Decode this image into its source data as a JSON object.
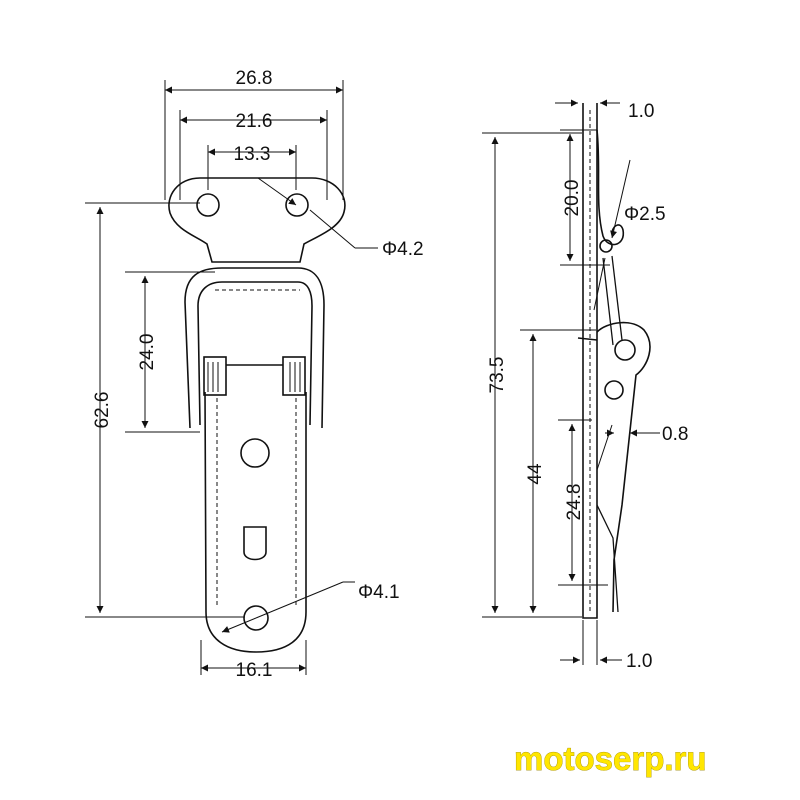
{
  "colors": {
    "line": "#111111",
    "watermark": "#ffe600"
  },
  "front_view": {
    "dims": {
      "overall_width": "26.8",
      "hole_span_outer": "21.6",
      "hole_span_inner": "13.3",
      "mount_hole": "Φ4.2",
      "loop_height": "24.0",
      "total_height": "62.6",
      "lower_hole": "Φ4.1",
      "bottom_width": "16.1"
    }
  },
  "side_view": {
    "dims": {
      "top_thickness": "1.0",
      "hook_length": "20.0",
      "pivot_hole": "Φ2.5",
      "overall_height": "73.5",
      "gap": "0.8",
      "body_height": "44",
      "spring_length": "24.8",
      "bottom_thickness": "1.0"
    }
  },
  "watermark": "motoserp.ru"
}
